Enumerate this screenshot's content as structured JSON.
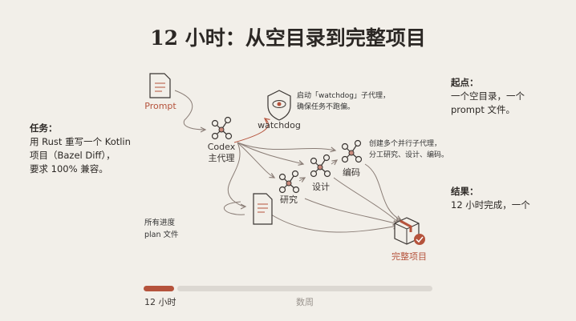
{
  "title": "12 小时：从空目录到完整项目",
  "task": {
    "heading": "任务：",
    "lines": [
      "用 Rust 重写一个 Kotlin",
      "项目（Bazel Diff），",
      "要求 100% 兼容。"
    ]
  },
  "start": {
    "heading": "起点：",
    "lines": [
      "一个空目录，一个",
      "prompt 文件。"
    ]
  },
  "result": {
    "heading": "结果：",
    "lines": [
      "12 小时完成，一个"
    ]
  },
  "diagram": {
    "prompt": "Prompt",
    "codex": [
      "Codex",
      "主代理"
    ],
    "watchdog": "watchdog",
    "watchdog_note": [
      "启动「watchdog」子代理，",
      "确保任务不跑偏。"
    ],
    "parallel_note": [
      "创建多个并行子代理，",
      "分工研究、设计、编码。"
    ],
    "research": "研究",
    "design": "设计",
    "coding": "编码",
    "plan_note": [
      "所有进度",
      "plan 文件"
    ],
    "final": "完整项目"
  },
  "progress": {
    "done_label": "12 小时",
    "rest_label": "数周",
    "fraction": 0.1
  },
  "colors": {
    "accent": "#b5533c",
    "background": "#f2efe9"
  }
}
